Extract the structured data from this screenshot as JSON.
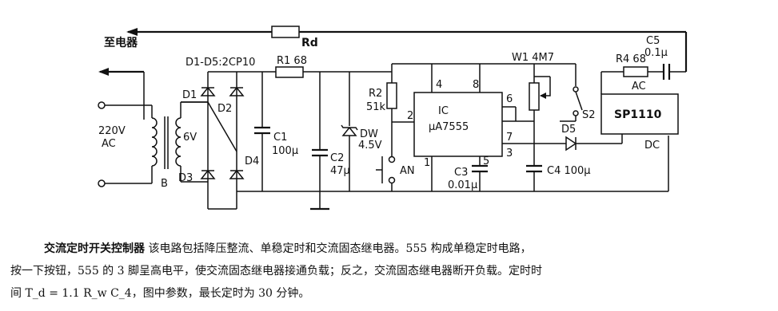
{
  "diagram": {
    "labels": {
      "to_appliance": "至电器",
      "rd": "Rd",
      "c5": "C5",
      "c5_value": "0.1μ",
      "r4": "R4  68",
      "ac_right": "AC",
      "dc_right": "DC",
      "sp1110": "SP1110",
      "diodes_note": "D1-D5:2CP10",
      "d1": "D1",
      "d2": "D2",
      "d3": "D3",
      "d4": "D4",
      "d5": "D5",
      "r1": "R1  68",
      "c1": "C1",
      "c1_value": "100μ",
      "c2": "C2",
      "c2_value": "47μ",
      "dw": "DW",
      "dw_value": "4.5V",
      "r2": "R2",
      "r2_value": "51k",
      "ic": "IC",
      "ic_part": "μA7555",
      "pin2": "2",
      "pin4": "4",
      "pin8": "8",
      "pin6": "6",
      "pin7": "7",
      "pin3": "3",
      "pin1": "1",
      "pin5": "5",
      "w1": "W1  4M7",
      "s2": "S2",
      "c3": "C3",
      "c3_value": "0.01μ",
      "c4": "C4  100μ",
      "an": "AN",
      "v220": "220V",
      "ac_left": "AC",
      "v6": "6V",
      "b": "B"
    }
  },
  "caption": {
    "title": "交流定时开关控制器",
    "line1_rest": "  该电路包括降压整流、单稳定时和交流固态继电器。555 构成单稳定时电路，",
    "line2": "按一下按钮，555 的 3 脚呈高电平，使交流固态继电器接通负载；反之，交流固态继电器断开负载。定时时",
    "line3": "间  T_d = 1.1 R_w C_4，图中参数，最长定时为 30 分钟。"
  }
}
